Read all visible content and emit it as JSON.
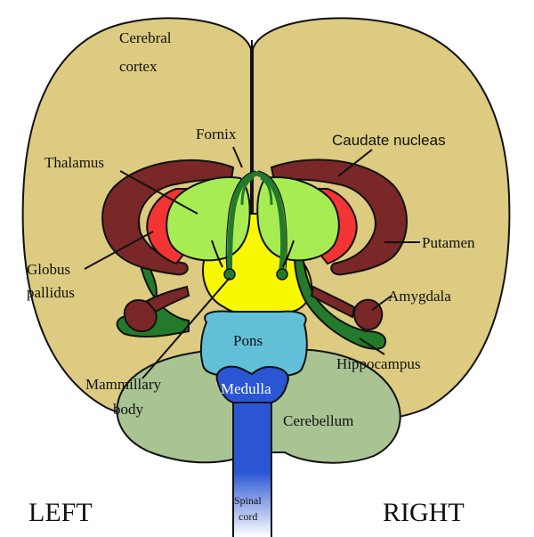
{
  "labels": {
    "cerebral_line1": "Cerebral",
    "cerebral_line2": "cortex",
    "fornix": "Fornix",
    "caudate": "Caudate nucleas",
    "thalamus": "Thalamus",
    "putamen": "Putamen",
    "globus_line1": "Globus",
    "globus_line2": "pallidus",
    "amygdala": "Amygdala",
    "pons": "Pons",
    "hippocampus": "Hippocampus",
    "mammillary_line1": "Mammillary",
    "mammillary_line2": "body",
    "medulla": "Medulla",
    "cerebellum": "Cerebellum",
    "spinal_line1": "Spinal",
    "spinal_line2": "cord",
    "left": "LEFT",
    "right": "RIGHT"
  },
  "colors": {
    "cortex": "#dccb80",
    "cerebellum": "#a9c393",
    "pons": "#61c0d8",
    "medulla": "#2a56d3",
    "thalamus": "#a8ec54",
    "hippocampus": "#237a2a",
    "caudate": "#7a2727",
    "globus": "#f23434",
    "ventricle": "#f8f800"
  }
}
